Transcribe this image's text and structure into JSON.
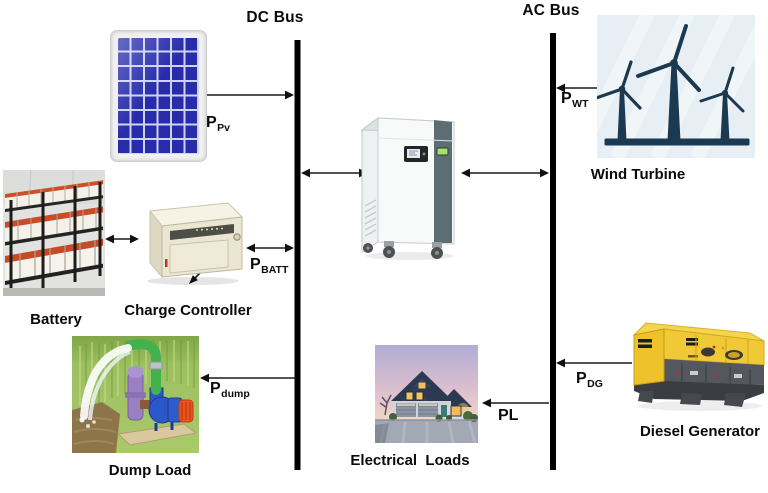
{
  "buses": {
    "dc_label": "DC Bus",
    "ac_label": "AC Bus"
  },
  "captions": {
    "battery": "Battery",
    "charge_controller": "Charge Controller",
    "dump_load": "Dump Load",
    "electrical_loads": "Electrical  Loads",
    "wind_turbine": "Wind Turbine",
    "diesel_generator": "Diesel Generator"
  },
  "flows": {
    "pv": {
      "main": "P",
      "sub": "Pv"
    },
    "batt": {
      "main": "P",
      "sub": "BATT"
    },
    "dump": {
      "main": "P",
      "sub": "dump"
    },
    "wt": {
      "main": "P",
      "sub": "WT"
    },
    "dg": {
      "main": "P",
      "sub": "DG"
    },
    "load": {
      "main": "PL",
      "sub": ""
    }
  },
  "colors": {
    "bus_line": "#000000",
    "arrow": "#1a1a1a",
    "solar_cell_blue": "#282cab",
    "turbine_navy": "#1b3a52",
    "turbine_background": "#e8eff4",
    "generator_yellow": "#f1c835",
    "generator_gray": "#54585e",
    "controller_beige": "#ebe6d2",
    "pump_blue": "#2b57c8",
    "pump_orange": "#ea5420",
    "battery_top_red": "#c94c26"
  }
}
